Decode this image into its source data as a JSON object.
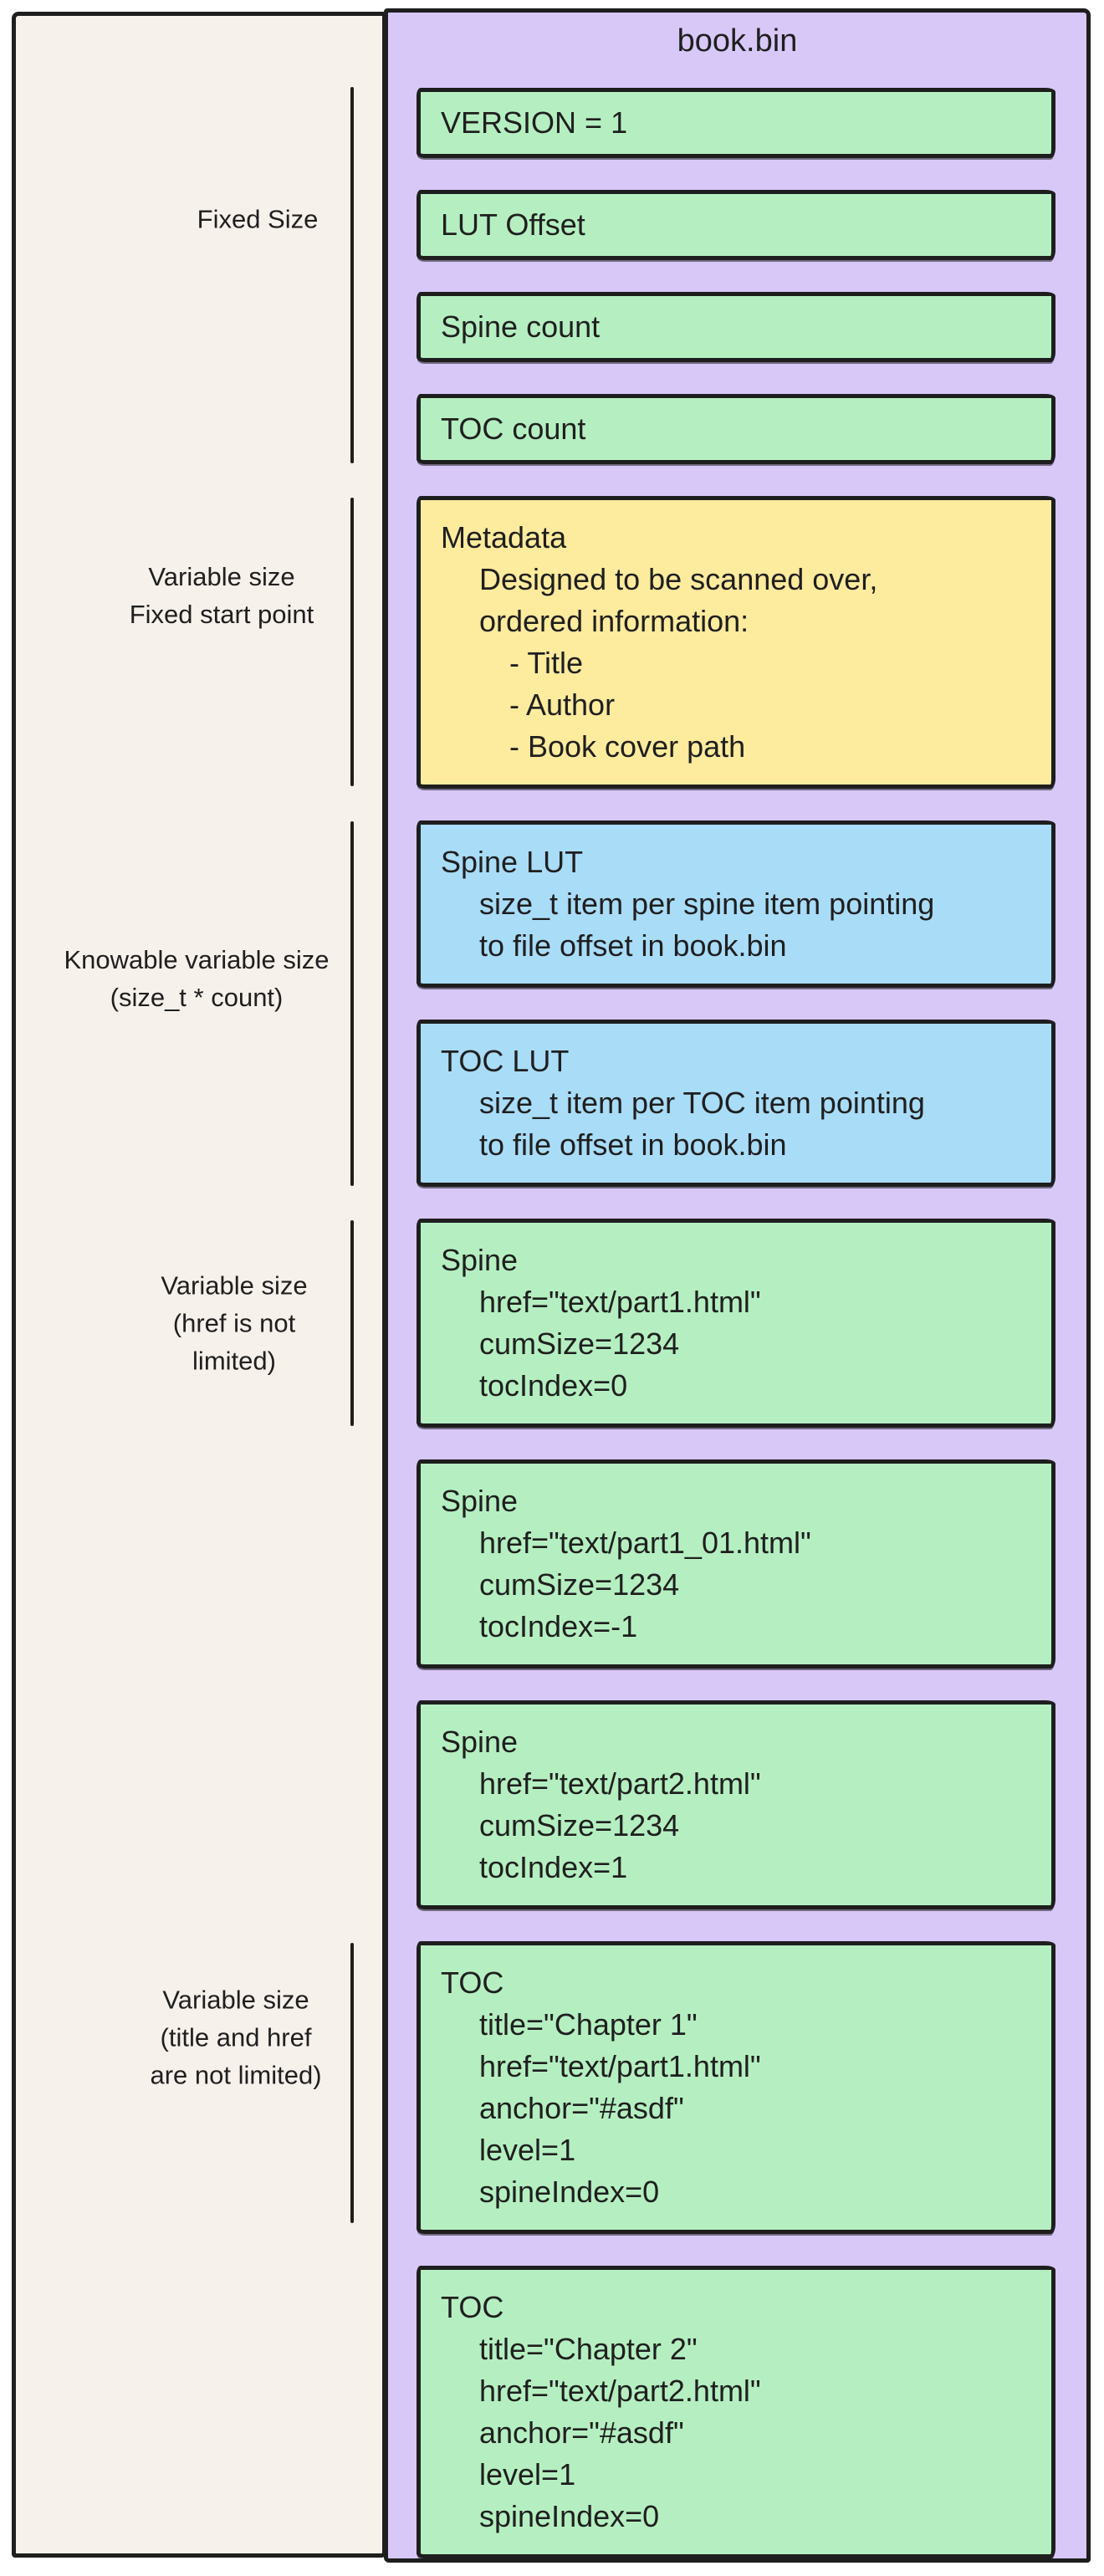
{
  "diagram": {
    "title": "book.bin",
    "colors": {
      "page_bg": "#ffffff",
      "left_panel": "#f7f1eb",
      "container": "#d8c8f8",
      "stroke": "#1e1e1e",
      "green": "#b5efc1",
      "yellow": "#fdeb9e",
      "blue": "#a9dcf7",
      "text": "#1f1f1f"
    },
    "side_labels": [
      {
        "id": "fixed-size",
        "lines": [
          "Fixed Size"
        ]
      },
      {
        "id": "variable-size-fixed-start",
        "lines": [
          "Variable size",
          "Fixed start point"
        ]
      },
      {
        "id": "knowable-variable-size",
        "lines": [
          "Knowable variable size",
          "(size_t * count)"
        ]
      },
      {
        "id": "variable-size-href",
        "lines": [
          "Variable size",
          "(href is not",
          "limited)"
        ]
      },
      {
        "id": "variable-size-title-href",
        "lines": [
          "Variable size",
          "(title and href",
          "are not limited)"
        ]
      }
    ],
    "blocks": [
      {
        "id": "version",
        "color": "green",
        "lines": [
          {
            "t": "VERSION = 1",
            "i": 0
          }
        ]
      },
      {
        "id": "lut-offset",
        "color": "green",
        "lines": [
          {
            "t": "LUT Offset",
            "i": 0
          }
        ]
      },
      {
        "id": "spine-count",
        "color": "green",
        "lines": [
          {
            "t": "Spine count",
            "i": 0
          }
        ]
      },
      {
        "id": "toc-count",
        "color": "green",
        "lines": [
          {
            "t": "TOC count",
            "i": 0
          }
        ]
      },
      {
        "id": "metadata",
        "color": "yellow",
        "lines": [
          {
            "t": "Metadata",
            "i": 0
          },
          {
            "t": "Designed to be scanned over,",
            "i": 1
          },
          {
            "t": "ordered information:",
            "i": 1
          },
          {
            "t": "- Title",
            "i": 2
          },
          {
            "t": "- Author",
            "i": 2
          },
          {
            "t": "- Book cover path",
            "i": 2
          }
        ]
      },
      {
        "id": "spine-lut",
        "color": "blue",
        "lines": [
          {
            "t": "Spine LUT",
            "i": 0
          },
          {
            "t": "size_t item per spine item pointing",
            "i": 1
          },
          {
            "t": "to file offset in book.bin",
            "i": 1
          }
        ]
      },
      {
        "id": "toc-lut",
        "color": "blue",
        "lines": [
          {
            "t": "TOC LUT",
            "i": 0
          },
          {
            "t": "size_t item per TOC item pointing",
            "i": 1
          },
          {
            "t": "to file offset in book.bin",
            "i": 1
          }
        ]
      },
      {
        "id": "spine-1",
        "color": "green",
        "lines": [
          {
            "t": "Spine",
            "i": 0
          },
          {
            "t": "href=\"text/part1.html\"",
            "i": 1
          },
          {
            "t": "cumSize=1234",
            "i": 1
          },
          {
            "t": "tocIndex=0",
            "i": 1
          }
        ]
      },
      {
        "id": "spine-2",
        "color": "green",
        "lines": [
          {
            "t": "Spine",
            "i": 0
          },
          {
            "t": "href=\"text/part1_01.html\"",
            "i": 1
          },
          {
            "t": "cumSize=1234",
            "i": 1
          },
          {
            "t": "tocIndex=-1",
            "i": 1
          }
        ]
      },
      {
        "id": "spine-3",
        "color": "green",
        "lines": [
          {
            "t": "Spine",
            "i": 0
          },
          {
            "t": "href=\"text/part2.html\"",
            "i": 1
          },
          {
            "t": "cumSize=1234",
            "i": 1
          },
          {
            "t": "tocIndex=1",
            "i": 1
          }
        ]
      },
      {
        "id": "toc-1",
        "color": "green",
        "lines": [
          {
            "t": "TOC",
            "i": 0
          },
          {
            "t": "title=\"Chapter 1\"",
            "i": 1
          },
          {
            "t": "href=\"text/part1.html\"",
            "i": 1
          },
          {
            "t": "anchor=\"#asdf\"",
            "i": 1
          },
          {
            "t": "level=1",
            "i": 1
          },
          {
            "t": "spineIndex=0",
            "i": 1
          }
        ]
      },
      {
        "id": "toc-2",
        "color": "green",
        "lines": [
          {
            "t": "TOC",
            "i": 0
          },
          {
            "t": "title=\"Chapter 2\"",
            "i": 1
          },
          {
            "t": "href=\"text/part2.html\"",
            "i": 1
          },
          {
            "t": "anchor=\"#asdf\"",
            "i": 1
          },
          {
            "t": "level=1",
            "i": 1
          },
          {
            "t": "spineIndex=0",
            "i": 1
          }
        ]
      }
    ]
  }
}
